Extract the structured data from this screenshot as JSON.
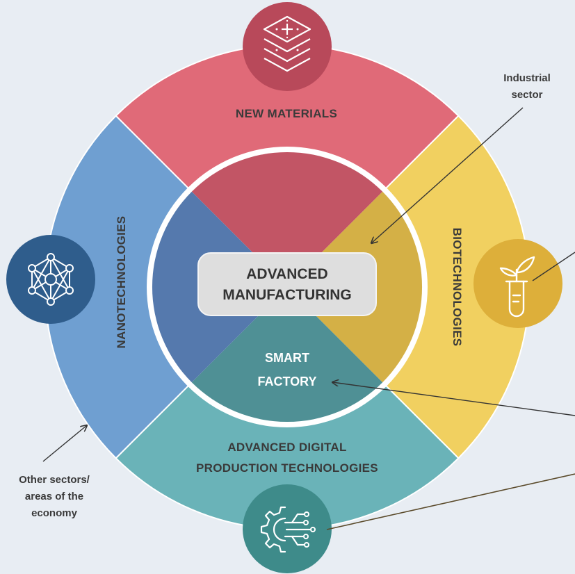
{
  "diagram": {
    "center": {
      "line1": "ADVANCED",
      "line2": "MANUFACTURING"
    },
    "inner_label": {
      "line1": "SMART",
      "line2": "FACTORY"
    },
    "segments": {
      "top": {
        "label": "NEW MATERIALS",
        "outer_color": "#e06a78",
        "inner_color": "#c25565"
      },
      "right": {
        "label": "BIOTECHNOLOGIES",
        "outer_color": "#f1d060",
        "inner_color": "#d4b046"
      },
      "bottom": {
        "line1": "ADVANCED DIGITAL",
        "line2": "PRODUCTION TECHNOLOGIES",
        "outer_color": "#6ab3b8",
        "inner_color": "#4f9095"
      },
      "left": {
        "label": "NANOTECHNOLOGIES",
        "outer_color": "#6f9fd1",
        "inner_color": "#5579ad"
      }
    },
    "callouts": {
      "industrial": {
        "line1": "Industrial",
        "line2": "sector"
      },
      "other": {
        "line1": "Other sectors/",
        "line2": "areas of the",
        "line3": "economy"
      }
    },
    "icons": {
      "top": "layered-materials-icon",
      "right": "plant-test-tube-icon",
      "bottom": "gear-circuit-icon",
      "left": "molecule-network-icon"
    }
  }
}
